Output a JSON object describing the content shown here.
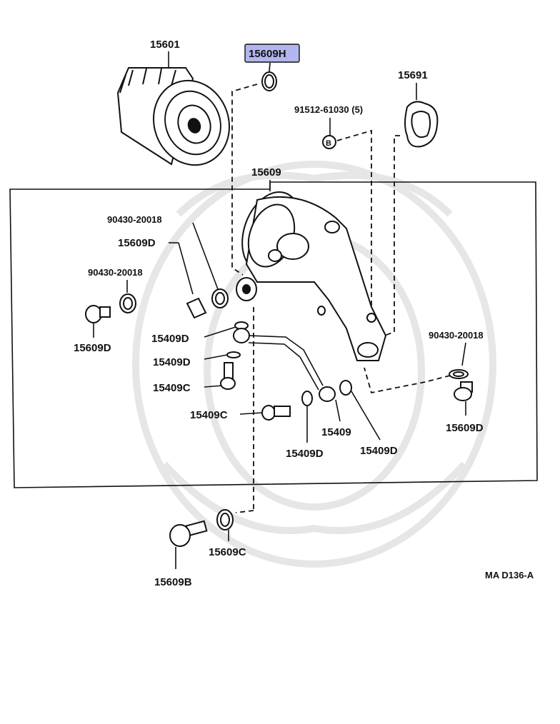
{
  "diagram_id": "MA D136-A",
  "highlight_color": "#b3b5ee",
  "labels": {
    "p15601": "15601",
    "p15609H": "15609H",
    "p15691": "15691",
    "p91512": "91512-61030 (5)",
    "p15609": "15609",
    "p90430_a": "90430-20018",
    "p15609D_a": "15609D",
    "p90430_b": "90430-20018",
    "p15609D_b": "15609D",
    "p15409D_a": "15409D",
    "p15409D_b": "15409D",
    "p15409C_a": "15409C",
    "p15409C_b": "15409C",
    "p90430_c": "90430-20018",
    "p15609D_c": "15609D",
    "p15409": "15409",
    "p15409D_c": "15409D",
    "p15409D_d": "15409D",
    "p15609C": "15609C",
    "p15609B": "15609B"
  }
}
